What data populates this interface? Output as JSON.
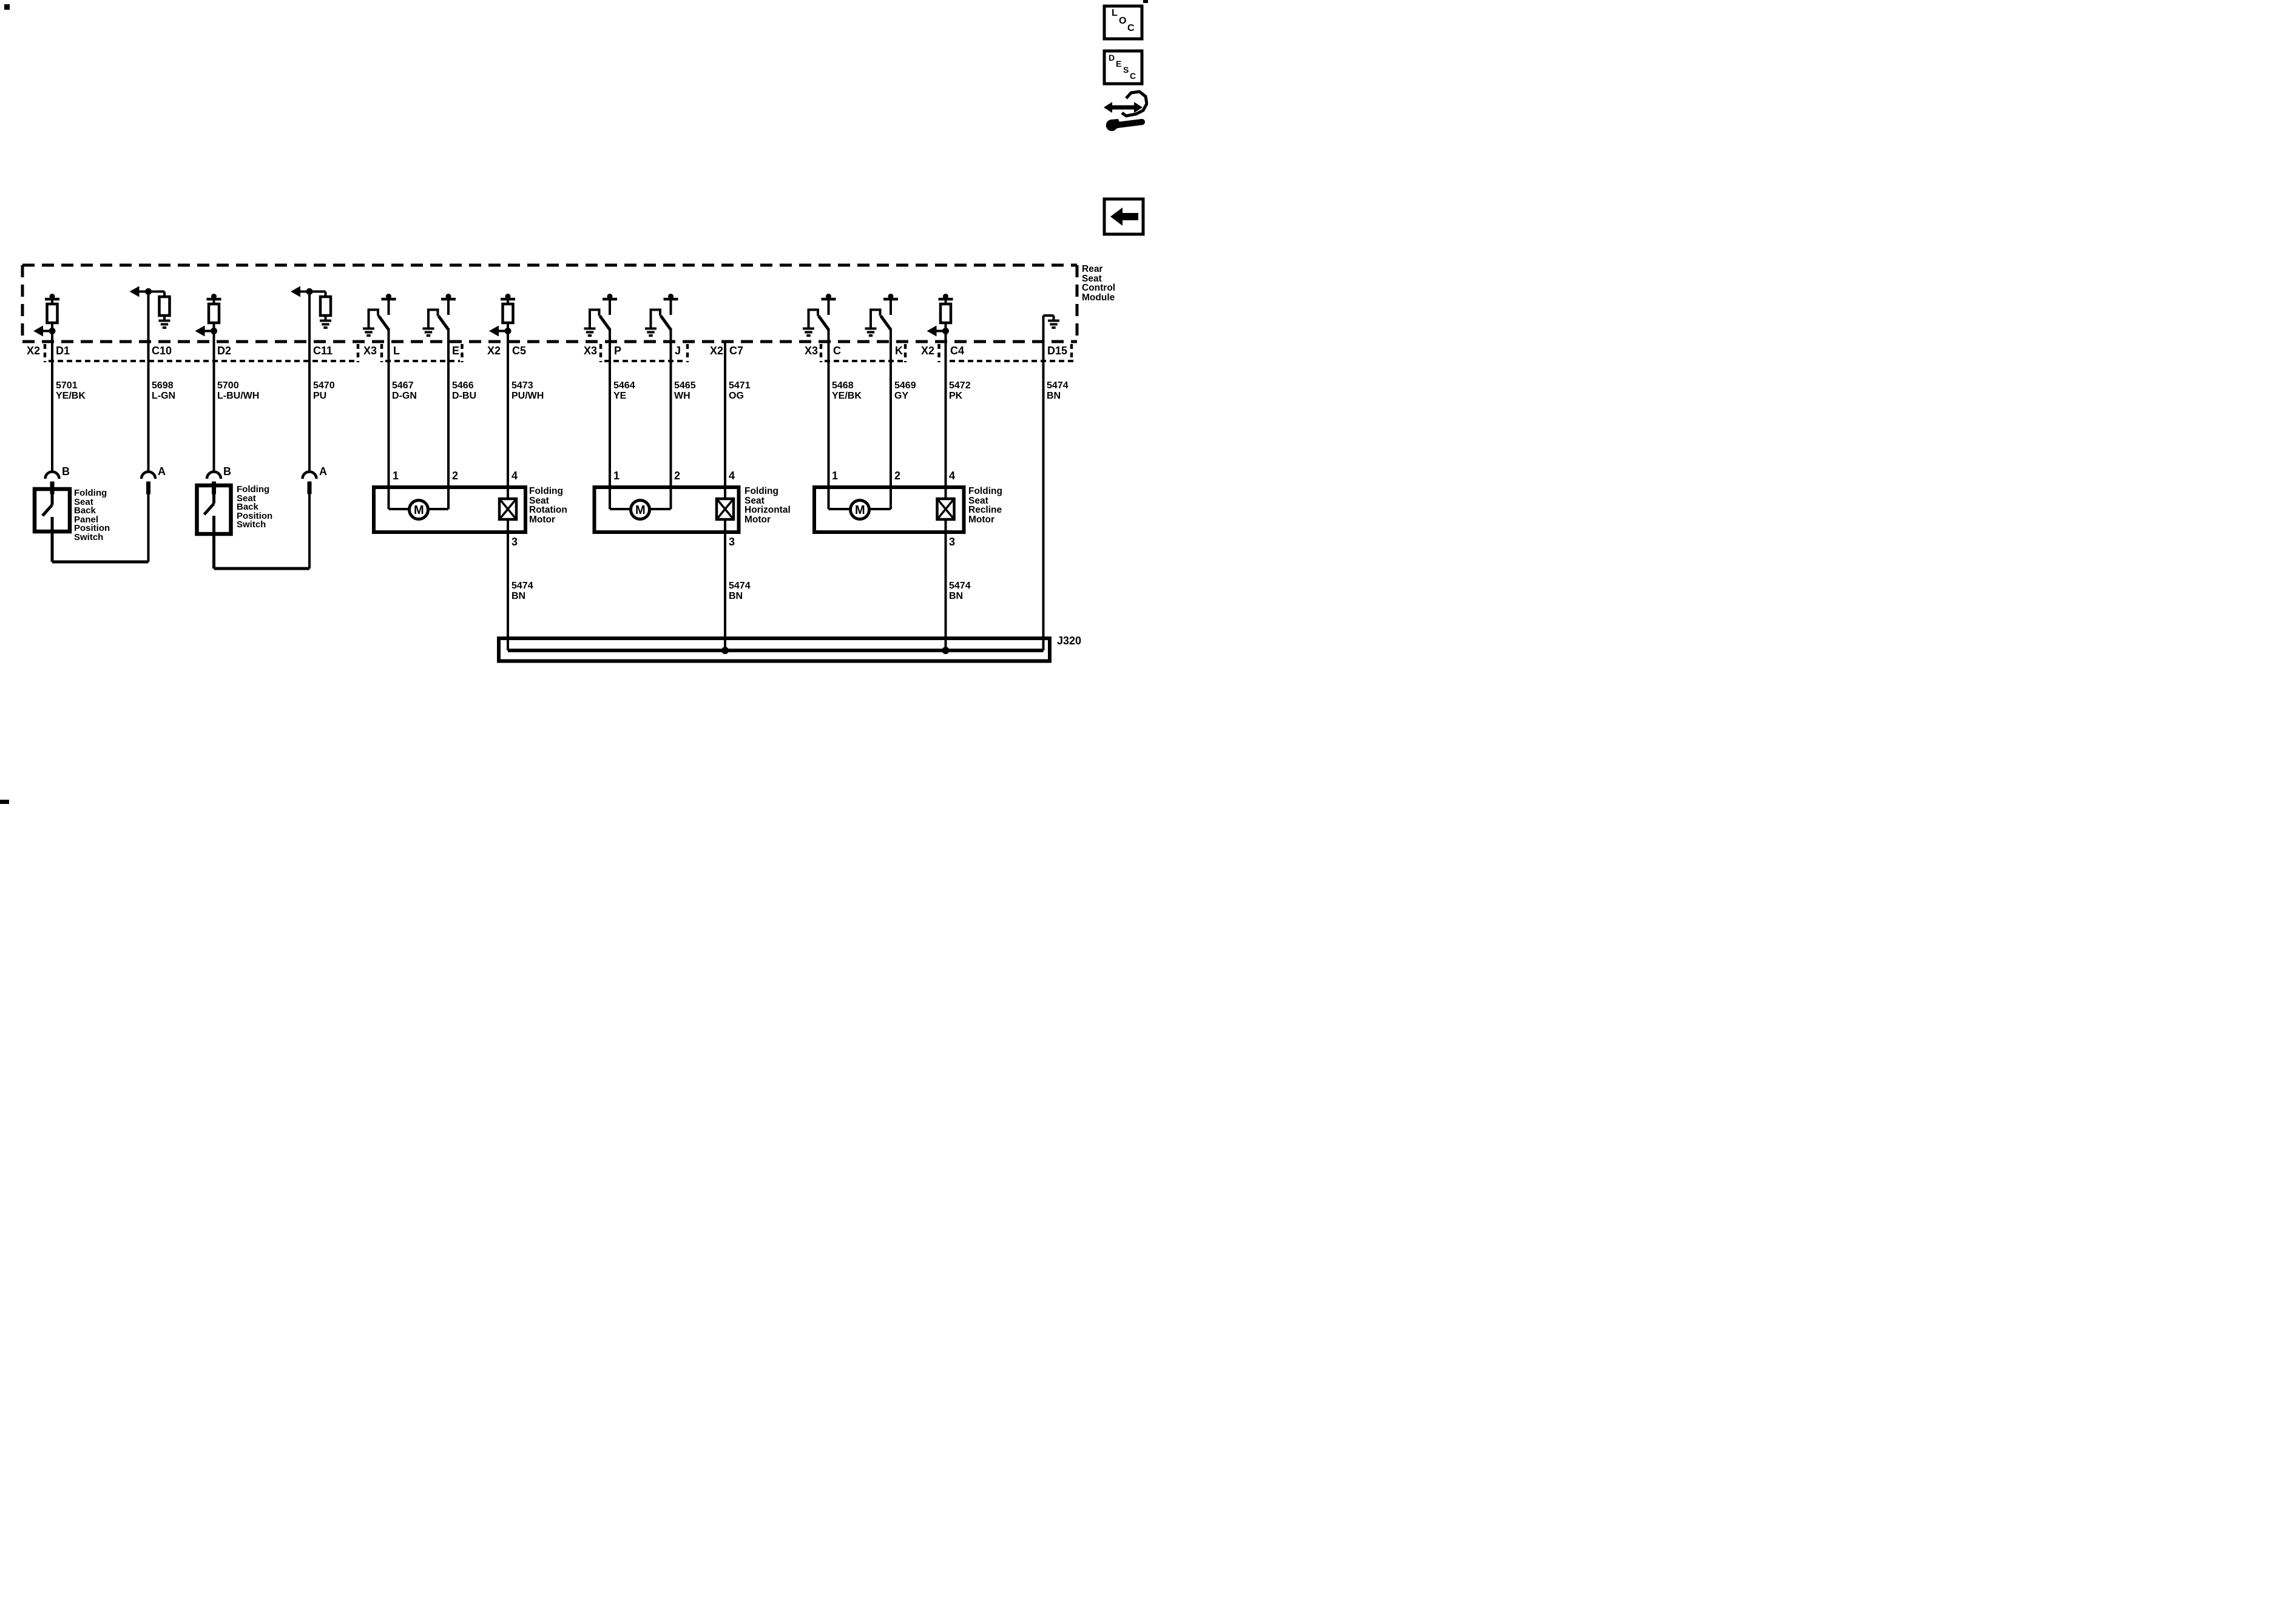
{
  "page": {
    "background": "#ffffff",
    "ink": "#000000"
  },
  "toolbar": {
    "loc": [
      "L",
      "O",
      "C"
    ],
    "desc": [
      "D",
      "E",
      "S",
      "C"
    ]
  },
  "module": {
    "name": "Rear\nSeat\nControl\nModule"
  },
  "connectors": [
    {
      "conn": "X2",
      "pin": "D1"
    },
    {
      "pin": "C10"
    },
    {
      "pin": "D2"
    },
    {
      "pin": "C11"
    },
    {
      "conn": "X3",
      "pin": "L"
    },
    {
      "pin": "E"
    },
    {
      "conn": "X2",
      "pin": "C5"
    },
    {
      "conn": "X3",
      "pin": "P"
    },
    {
      "pin": "J"
    },
    {
      "conn": "X2",
      "pin": "C7"
    },
    {
      "conn": "X3",
      "pin": "C"
    },
    {
      "pin": "K"
    },
    {
      "conn": "X2",
      "pin": "C4"
    },
    {
      "pin": "D15"
    }
  ],
  "wires": [
    {
      "code": "5701\nYE/BK"
    },
    {
      "code": "5698\nL-GN"
    },
    {
      "code": "5700\nL-BU/WH"
    },
    {
      "code": "5470\nPU"
    },
    {
      "code": "5467\nD-GN"
    },
    {
      "code": "5466\nD-BU"
    },
    {
      "code": "5473\nPU/WH"
    },
    {
      "code": "5464\nYE"
    },
    {
      "code": "5465\nWH"
    },
    {
      "code": "5471\nOG"
    },
    {
      "code": "5468\nYE/BK"
    },
    {
      "code": "5469\nGY"
    },
    {
      "code": "5472\nPK"
    },
    {
      "code": "5474\nBN"
    }
  ],
  "components": {
    "switch1": {
      "name": "Folding\nSeat\nBack\nPanel\nPosition\nSwitch",
      "pins": [
        "B",
        "A"
      ]
    },
    "switch2": {
      "name": "Folding\nSeat\nBack\nPosition\nSwitch",
      "pins": [
        "B",
        "A"
      ]
    },
    "motor1": {
      "name": "Folding\nSeat\nRotation\nMotor",
      "pins": [
        "1",
        "2",
        "4",
        "3"
      ],
      "symbol": "M",
      "ground_code": "5474\nBN"
    },
    "motor2": {
      "name": "Folding\nSeat\nHorizontal\nMotor",
      "pins": [
        "1",
        "2",
        "4",
        "3"
      ],
      "symbol": "M",
      "ground_code": "5474\nBN"
    },
    "motor3": {
      "name": "Folding\nSeat\nRecline\nMotor",
      "pins": [
        "1",
        "2",
        "4",
        "3"
      ],
      "symbol": "M",
      "ground_code": "5474\nBN"
    }
  },
  "splice": {
    "label": "J320"
  }
}
